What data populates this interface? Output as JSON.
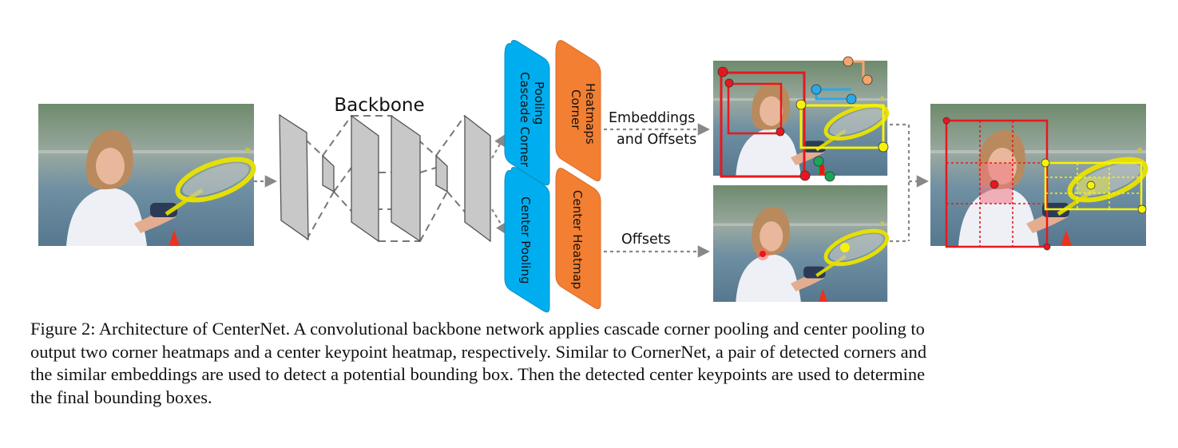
{
  "figure": {
    "backbone_label": "Backbone",
    "module_labels": {
      "cascade_corner_pooling": [
        "Cascade Corner",
        "Pooling"
      ],
      "corner_heatmaps": [
        "Corner",
        "Heatmaps"
      ],
      "center_pooling": "Center Pooling",
      "center_heatmap": "Center Heatmap"
    },
    "edge_labels": {
      "embeddings": [
        "Embeddings",
        "and Offsets"
      ],
      "offsets": "Offsets"
    },
    "colors": {
      "pool_blue": "#00aeef",
      "heatmap_orange": "#f37f32",
      "layer_gray": "#c8c8c8",
      "box_red": "#e8171d",
      "box_yellow": "#f7f20a",
      "embed_orange": "#f4a46c",
      "embed_blue": "#29a9e8",
      "embed_green": "#1aa65a",
      "arrow_gray": "#888888"
    }
  },
  "caption": {
    "lines": [
      "Figure 2: Architecture of CenterNet. A convolutional backbone network applies cascade corner pooling and center pooling to",
      "output two corner heatmaps and a center keypoint heatmap, respectively. Similar to CornerNet, a pair of detected corners and",
      "the similar embeddings are used to detect a potential bounding box. Then the detected center keypoints are used to determine",
      "the final bounding boxes."
    ]
  }
}
